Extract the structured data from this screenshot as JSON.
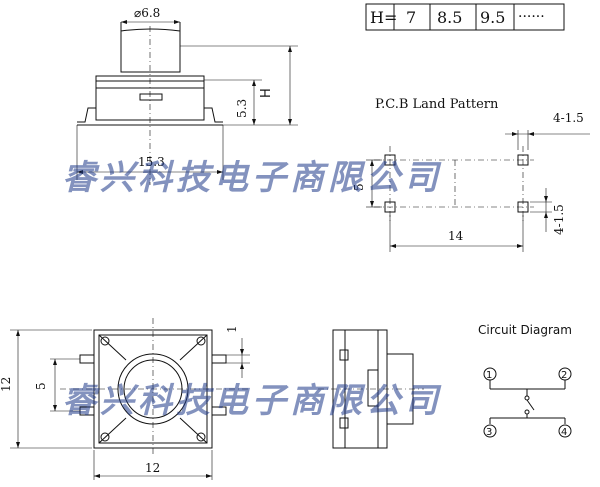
{
  "height_table": {
    "header": "H=",
    "values": [
      "7",
      "8.5",
      "9.5",
      "······"
    ]
  },
  "top_view": {
    "diameter": "⌀6.8",
    "height_symbol": "H",
    "dim_53": "5.3",
    "width": "15.3"
  },
  "land_pattern": {
    "title": "P.C.B Land Pattern",
    "pad_top": "4-1.5",
    "pad_bottom": "4-1.5",
    "pitch_vertical": "5",
    "pitch_horizontal": "14"
  },
  "front_view": {
    "dim_12_side": "12",
    "dim_5": "5",
    "dim_12_bottom": "12",
    "dim_1": "1"
  },
  "circuit": {
    "title": "Circuit Diagram",
    "pins": [
      "1",
      "2",
      "3",
      "4"
    ]
  },
  "watermark": "睿兴科技电子商限公司",
  "colors": {
    "ink": "#111111",
    "watermark": "#1e3a8a"
  }
}
